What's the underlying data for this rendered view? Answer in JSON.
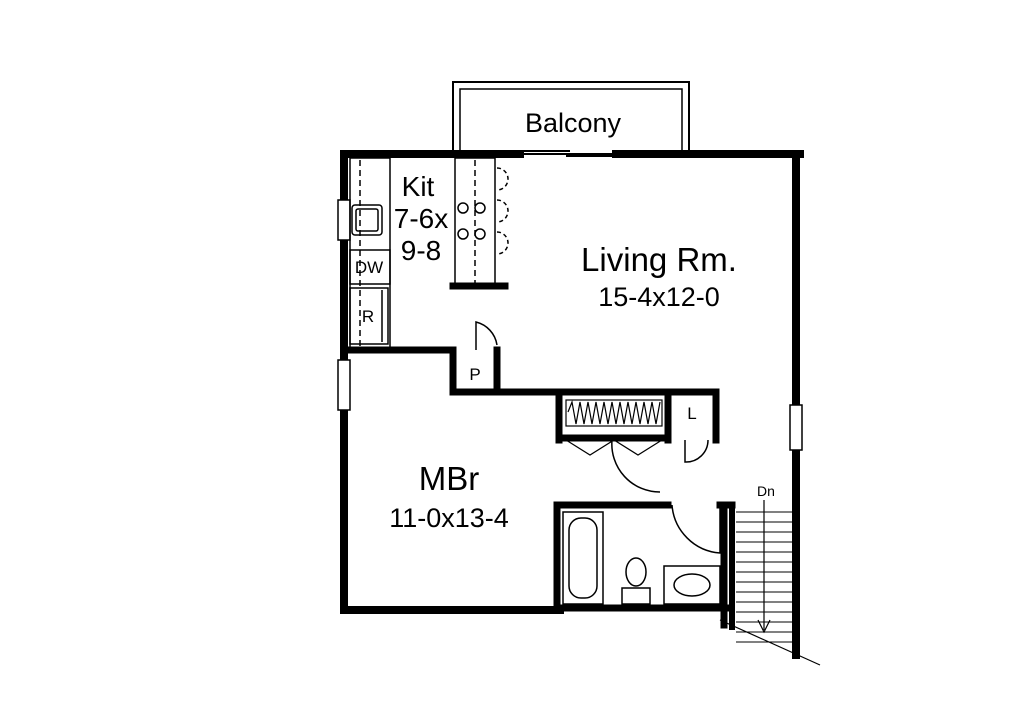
{
  "rooms": {
    "balcony": "Balcony",
    "kitchen_name": "Kit",
    "kitchen_dim_line1": "7-6x",
    "kitchen_dim_line2": "9-8",
    "living_name": "Living Rm.",
    "living_dim": "15-4x12-0",
    "bedroom_name": "MBr",
    "bedroom_dim": "11-0x13-4"
  },
  "fixtures": {
    "dishwasher": "DW",
    "refrigerator": "R",
    "pantry": "P",
    "linen": "L"
  },
  "stairs": {
    "direction": "Dn"
  },
  "colors": {
    "wall": "#000000",
    "background": "#ffffff"
  }
}
